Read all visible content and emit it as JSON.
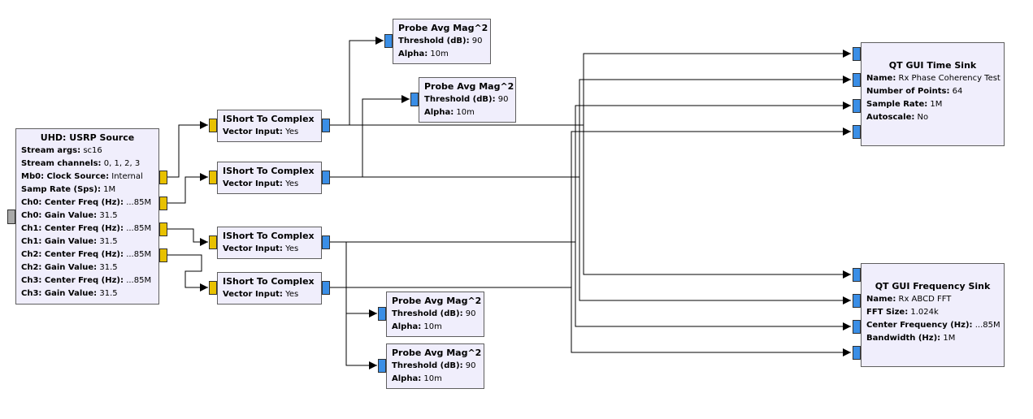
{
  "blocks": {
    "usrp": {
      "title": "UHD: USRP Source",
      "params": [
        {
          "label": "Stream args:",
          "value": "sc16"
        },
        {
          "label": "Stream channels:",
          "value": "0, 1, 2, 3"
        },
        {
          "label": "Mb0: Clock Source:",
          "value": "Internal"
        },
        {
          "label": "Samp Rate (Sps):",
          "value": "1M"
        },
        {
          "label": "Ch0: Center Freq (Hz):",
          "value": "...85M"
        },
        {
          "label": "Ch0: Gain Value:",
          "value": "31.5"
        },
        {
          "label": "Ch1: Center Freq (Hz):",
          "value": "...85M"
        },
        {
          "label": "Ch1: Gain Value:",
          "value": "31.5"
        },
        {
          "label": "Ch2: Center Freq (Hz):",
          "value": "...85M"
        },
        {
          "label": "Ch2: Gain Value:",
          "value": "31.5"
        },
        {
          "label": "Ch3: Center Freq (Hz):",
          "value": "...85M"
        },
        {
          "label": "Ch3: Gain Value:",
          "value": "31.5"
        }
      ]
    },
    "ishort": [
      {
        "title": "IShort To Complex",
        "params": [
          {
            "label": "Vector Input:",
            "value": "Yes"
          }
        ]
      },
      {
        "title": "IShort To Complex",
        "params": [
          {
            "label": "Vector Input:",
            "value": "Yes"
          }
        ]
      },
      {
        "title": "IShort To Complex",
        "params": [
          {
            "label": "Vector Input:",
            "value": "Yes"
          }
        ]
      },
      {
        "title": "IShort To Complex",
        "params": [
          {
            "label": "Vector Input:",
            "value": "Yes"
          }
        ]
      }
    ],
    "probes": [
      {
        "title": "Probe Avg Mag^2",
        "params": [
          {
            "label": "Threshold (dB):",
            "value": "90"
          },
          {
            "label": "Alpha:",
            "value": "10m"
          }
        ]
      },
      {
        "title": "Probe Avg Mag^2",
        "params": [
          {
            "label": "Threshold (dB):",
            "value": "90"
          },
          {
            "label": "Alpha:",
            "value": "10m"
          }
        ]
      },
      {
        "title": "Probe Avg Mag^2",
        "params": [
          {
            "label": "Threshold (dB):",
            "value": "90"
          },
          {
            "label": "Alpha:",
            "value": "10m"
          }
        ]
      },
      {
        "title": "Probe Avg Mag^2",
        "params": [
          {
            "label": "Threshold (dB):",
            "value": "90"
          },
          {
            "label": "Alpha:",
            "value": "10m"
          }
        ]
      }
    ],
    "time_sink": {
      "title": "QT GUI Time Sink",
      "params": [
        {
          "label": "Name:",
          "value": "Rx Phase Coherency Test"
        },
        {
          "label": "Number of Points:",
          "value": "64"
        },
        {
          "label": "Sample Rate:",
          "value": "1M"
        },
        {
          "label": "Autoscale:",
          "value": "No"
        }
      ]
    },
    "freq_sink": {
      "title": "QT GUI Frequency Sink",
      "params": [
        {
          "label": "Name:",
          "value": "Rx ABCD FFT"
        },
        {
          "label": "FFT Size:",
          "value": "1.024k"
        },
        {
          "label": "Center Frequency (Hz):",
          "value": "...85M"
        },
        {
          "label": "Bandwidth (Hz):",
          "value": "1M"
        }
      ]
    }
  }
}
